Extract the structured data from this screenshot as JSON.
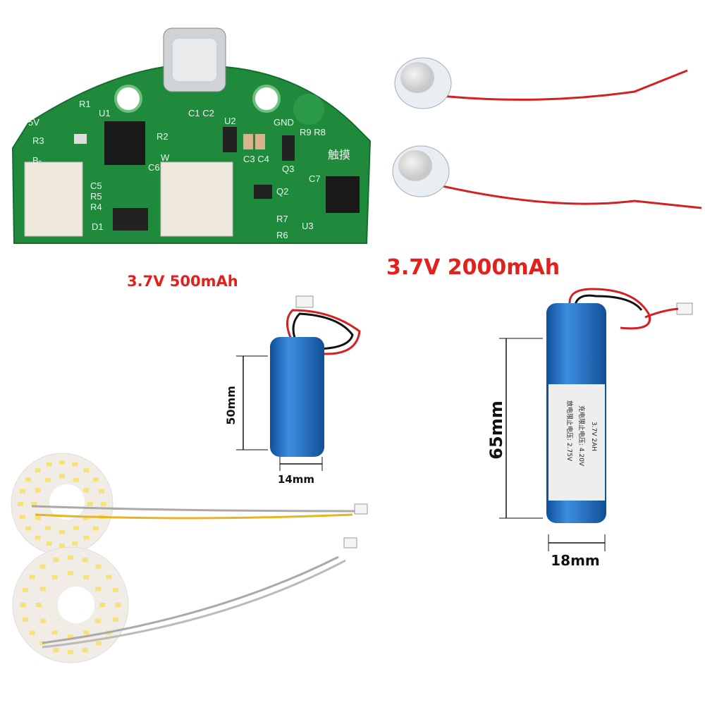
{
  "captions": {
    "small_battery": "3.7V 500mAh",
    "large_battery": "3.7V 2000mAh"
  },
  "dimensions": {
    "small_height": "50mm",
    "small_width": "14mm",
    "large_height": "65mm",
    "large_width": "18mm"
  },
  "battery_label": {
    "line1": "3.7V 2AH",
    "line2": "充电限止电压: 4.20V",
    "line3": "放电限止电压: 2.75V"
  },
  "pcb_silkscreen": {
    "v5": "5V",
    "r1": "R1",
    "u1": "U1",
    "r3": "R3",
    "b": "B-",
    "r2": "R2",
    "c1c2": "C1 C2",
    "u2": "U2",
    "gnd": "GND",
    "r9r8": "R9 R8",
    "touch": "触摸",
    "c3c4": "C3 C4",
    "q3": "Q3",
    "c6": "C6",
    "c5": "C5",
    "r5": "R5",
    "r4": "R4",
    "d1": "D1",
    "q2": "Q2",
    "c7": "C7",
    "r7": "R7",
    "r6": "R6",
    "u3": "U3",
    "w": "W"
  },
  "colors": {
    "caption": "#e3201b",
    "pcb": "#1f8a3c",
    "battery": "#1f6fc0",
    "wire_red": "#d42020"
  }
}
